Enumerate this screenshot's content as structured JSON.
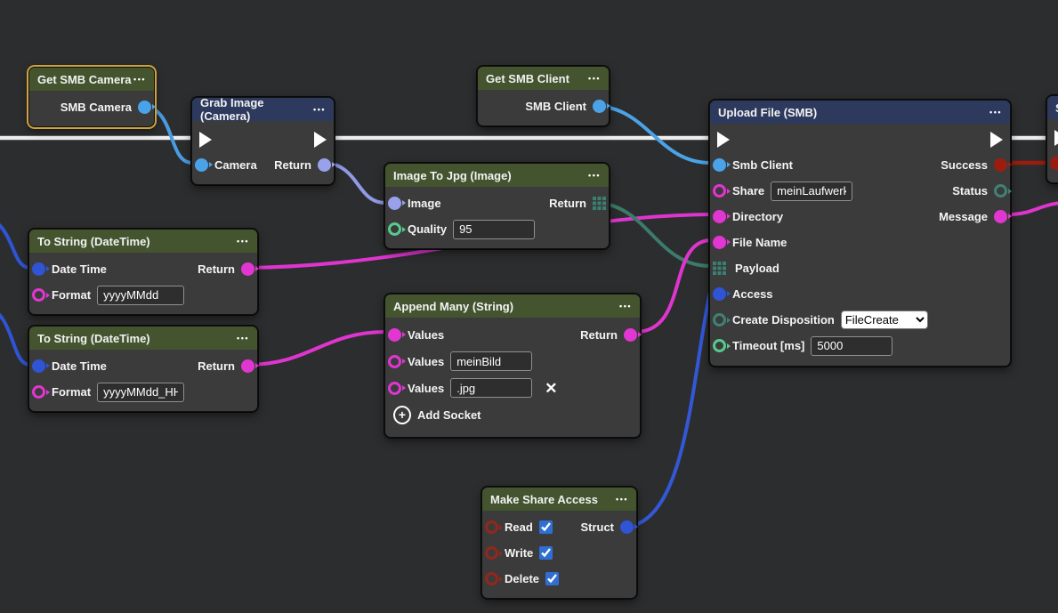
{
  "icons": {
    "ellipsis": "•••",
    "close": "✕",
    "plus": "+"
  },
  "colors": {
    "background": "#2c2d2e",
    "node_body": "#3b3b3c",
    "header_green": "#43542f",
    "header_navy": "#2d3a5e",
    "selected_border": "#d0a23d",
    "port_client_blue": "#4aa3e8",
    "port_image_periwinkle": "#98a1ea",
    "port_object_blue": "#2f54d4",
    "port_string_magenta": "#e136d2",
    "port_int_green": "#57cb8e",
    "port_enum_teal": "#3f8274",
    "port_bool_red": "#93271b",
    "port_success_red": "#9c1d10",
    "wire_exec_white": "#ededed",
    "wire_struct_teal": "#3c7a6a",
    "checkbox_blue": "#2f6fd4"
  },
  "nodes": {
    "get_smb_camera": {
      "title": "Get SMB Camera",
      "out_label": "SMB Camera"
    },
    "grab_image": {
      "title": "Grab Image (Camera)",
      "in_label": "Camera",
      "out_label": "Return"
    },
    "get_smb_client": {
      "title": "Get SMB Client",
      "out_label": "SMB Client"
    },
    "image_to_jpg": {
      "title": "Image To Jpg (Image)",
      "image_label": "Image",
      "return_label": "Return",
      "quality_label": "Quality",
      "quality_value": "95"
    },
    "to_string_1": {
      "title": "To String (DateTime)",
      "datetime_label": "Date Time",
      "return_label": "Return",
      "format_label": "Format",
      "format_value": "yyyyMMdd"
    },
    "to_string_2": {
      "title": "To String (DateTime)",
      "datetime_label": "Date Time",
      "return_label": "Return",
      "format_label": "Format",
      "format_value": "yyyyMMdd_HH"
    },
    "append_many": {
      "title": "Append Many (String)",
      "values1_label": "Values",
      "return_label": "Return",
      "values2_label": "Values",
      "values2_value": "meinBild",
      "values3_label": "Values",
      "values3_value": ".jpg",
      "add_socket_label": "Add Socket"
    },
    "make_share_access": {
      "title": "Make Share Access",
      "read_label": "Read",
      "struct_label": "Struct",
      "write_label": "Write",
      "delete_label": "Delete",
      "read_checked": true,
      "write_checked": true,
      "delete_checked": true
    },
    "upload_file": {
      "title": "Upload File (SMB)",
      "smb_client_label": "Smb Client",
      "success_label": "Success",
      "share_label": "Share",
      "share_value": "meinLaufwerk",
      "status_label": "Status",
      "directory_label": "Directory",
      "message_label": "Message",
      "file_name_label": "File Name",
      "payload_label": "Payload",
      "access_label": "Access",
      "create_disposition_label": "Create Disposition",
      "create_disposition_value": "FileCreate",
      "timeout_label": "Timeout [ms]",
      "timeout_value": "5000"
    },
    "partial_right": {
      "title": "S"
    }
  }
}
